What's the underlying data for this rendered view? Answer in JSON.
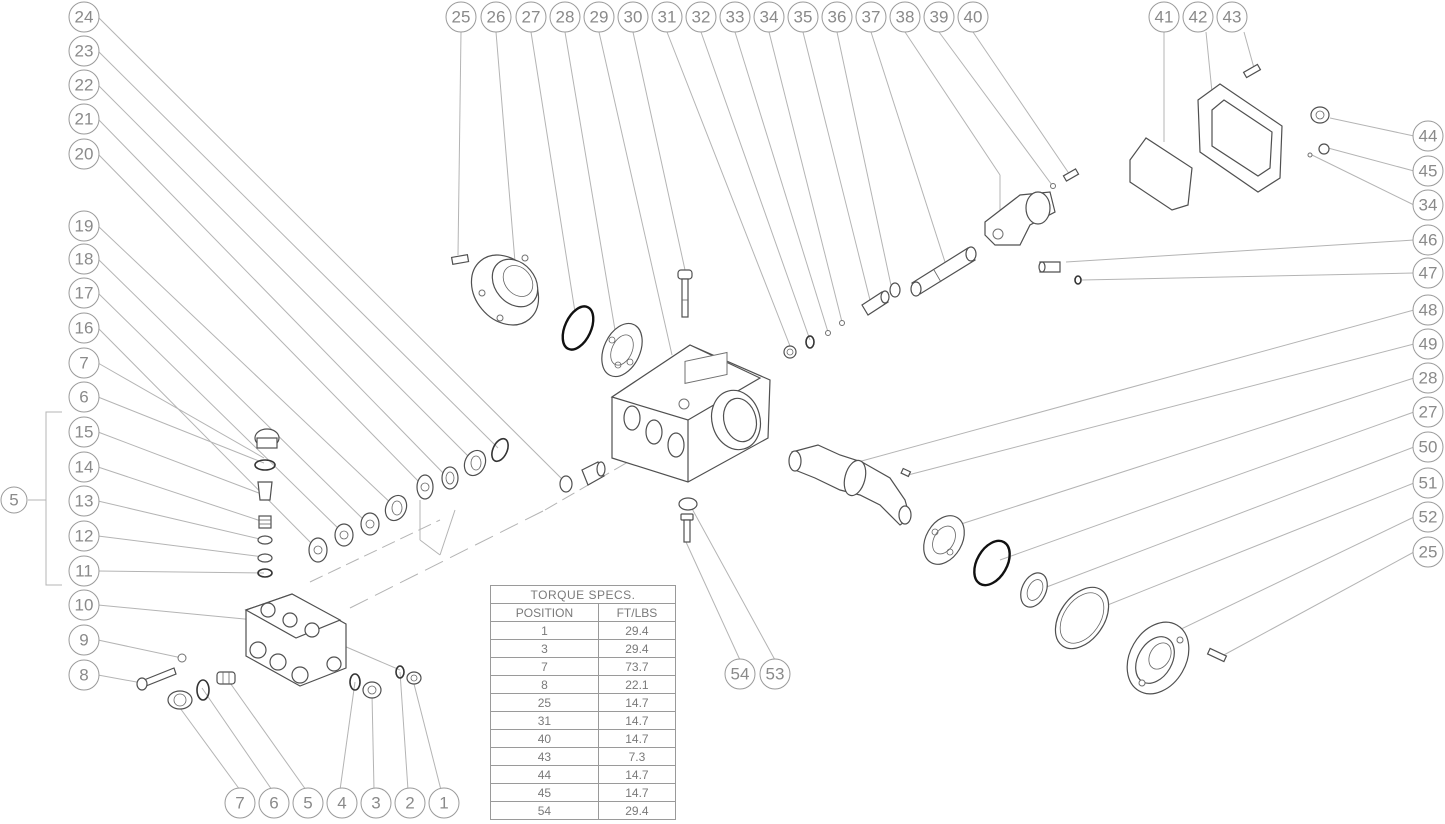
{
  "callouts": {
    "top_row": [
      "25",
      "26",
      "27",
      "28",
      "29",
      "30",
      "31",
      "32",
      "33",
      "34",
      "35",
      "36",
      "37",
      "38",
      "39",
      "40"
    ],
    "top_right": [
      "41",
      "42",
      "43"
    ],
    "left_column": [
      "24",
      "23",
      "22",
      "21",
      "20",
      "19",
      "18",
      "17",
      "16",
      "7",
      "6",
      "15",
      "14",
      "13",
      "12",
      "11",
      "10",
      "9",
      "8"
    ],
    "group_label": "5",
    "bottom_row": [
      "7",
      "6",
      "5",
      "4",
      "3",
      "2",
      "1"
    ],
    "right_column": [
      "44",
      "45",
      "34",
      "46",
      "47",
      "48",
      "49",
      "28",
      "27",
      "50",
      "51",
      "52",
      "25"
    ],
    "mid_bottom": [
      "54",
      "53"
    ]
  },
  "torque_table": {
    "title": "TORQUE  SPECS.",
    "col_position": "POSITION",
    "col_value": "FT/LBS",
    "rows": [
      {
        "position": "1",
        "value": "29.4"
      },
      {
        "position": "3",
        "value": "29.4"
      },
      {
        "position": "7",
        "value": "73.7"
      },
      {
        "position": "8",
        "value": "22.1"
      },
      {
        "position": "25",
        "value": "14.7"
      },
      {
        "position": "31",
        "value": "14.7"
      },
      {
        "position": "40",
        "value": "14.7"
      },
      {
        "position": "43",
        "value": "7.3"
      },
      {
        "position": "44",
        "value": "14.7"
      },
      {
        "position": "45",
        "value": "14.7"
      },
      {
        "position": "54",
        "value": "29.4"
      }
    ]
  }
}
